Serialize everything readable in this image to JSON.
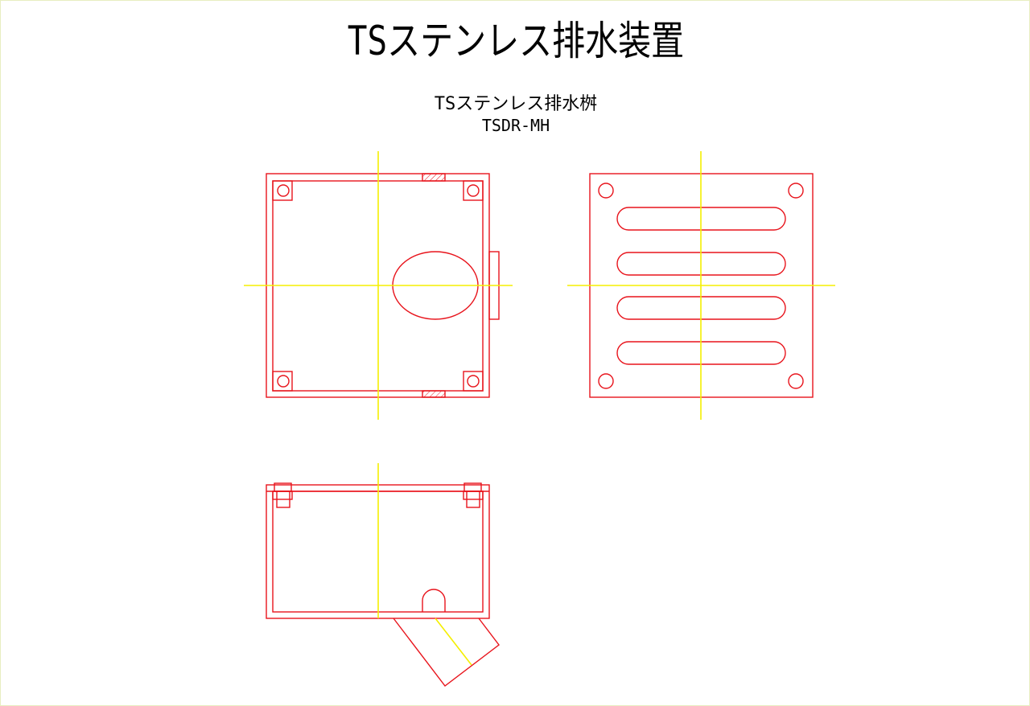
{
  "title": "TSステンレス排水装置",
  "subtitle": "TSステンレス排水桝",
  "model": "TSDR-MH",
  "colors": {
    "outline": "#e8141c",
    "centerline": "#f5ef00"
  }
}
